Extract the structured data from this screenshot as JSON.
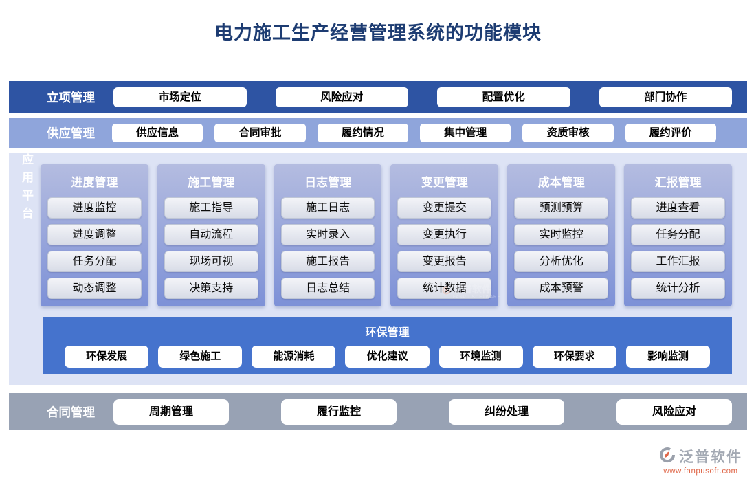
{
  "title": "电力施工生产经营管理系统的功能模块",
  "bands": {
    "project": {
      "label": "立项管理",
      "items": [
        "市场定位",
        "风险应对",
        "配置优化",
        "部门协作"
      ]
    },
    "supply": {
      "label": "供应管理",
      "items": [
        "供应信息",
        "合同审批",
        "履约情况",
        "集中管理",
        "资质审核",
        "履约评价"
      ]
    },
    "contract": {
      "label": "合同管理",
      "items": [
        "周期管理",
        "履行监控",
        "纠纷处理",
        "风险应对"
      ]
    }
  },
  "platform": {
    "label": "应用平台",
    "columns": [
      {
        "header": "进度管理",
        "items": [
          "进度监控",
          "进度调整",
          "任务分配",
          "动态调整"
        ]
      },
      {
        "header": "施工管理",
        "items": [
          "施工指导",
          "自动流程",
          "现场可视",
          "决策支持"
        ]
      },
      {
        "header": "日志管理",
        "items": [
          "施工日志",
          "实时录入",
          "施工报告",
          "日志总结"
        ]
      },
      {
        "header": "变更管理",
        "items": [
          "变更提交",
          "变更执行",
          "变更报告",
          "统计数据"
        ]
      },
      {
        "header": "成本管理",
        "items": [
          "预测预算",
          "实时监控",
          "分析优化",
          "成本预警"
        ]
      },
      {
        "header": "汇报管理",
        "items": [
          "进度查看",
          "任务分配",
          "工作汇报",
          "统计分析"
        ]
      }
    ],
    "env": {
      "header": "环保管理",
      "items": [
        "环保发展",
        "绿色施工",
        "能源消耗",
        "优化建议",
        "环境监测",
        "环保要求",
        "影响监测"
      ]
    }
  },
  "footer": {
    "brand": "泛普软件",
    "url": "www.fanpusoft.com"
  },
  "watermark": {
    "brand": "泛普软件",
    "sub": "FANPU SOFTWARE"
  },
  "colors": {
    "title": "#1d3c72",
    "band_project": "#2e54a3",
    "band_supply": "#8fa5db",
    "band_contract": "#98a2b4",
    "panel": "#dde3f5",
    "card_top": "#b4bce0",
    "card_bottom": "#7d91d7",
    "env_band": "#4573cd",
    "brand_orange": "#e0684a"
  }
}
